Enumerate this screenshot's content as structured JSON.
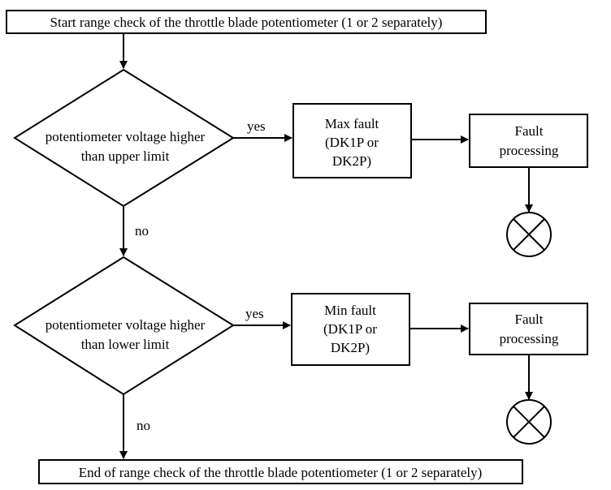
{
  "diagram": {
    "start_label": "Start range check of the throttle blade potentiometer (1 or 2 separately)",
    "end_label": "End of range check of the throttle blade potentiometer (1 or 2 separately)",
    "decision_upper": {
      "line1": "potentiometer voltage higher",
      "line2": "than upper limit"
    },
    "decision_lower": {
      "line1": "potentiometer voltage higher",
      "line2": "than lower limit"
    },
    "max_fault": {
      "line1": "Max fault",
      "line2": "(DK1P or",
      "line3": "DK2P)"
    },
    "min_fault": {
      "line1": "Min fault",
      "line2": "(DK1P or",
      "line3": "DK2P)"
    },
    "fault_processing_1": {
      "line1": "Fault",
      "line2": "processing"
    },
    "fault_processing_2": {
      "line1": "Fault",
      "line2": "processing"
    },
    "edge_labels": {
      "yes_upper": "yes",
      "no_upper": "no",
      "yes_lower": "yes",
      "no_lower": "no"
    }
  }
}
